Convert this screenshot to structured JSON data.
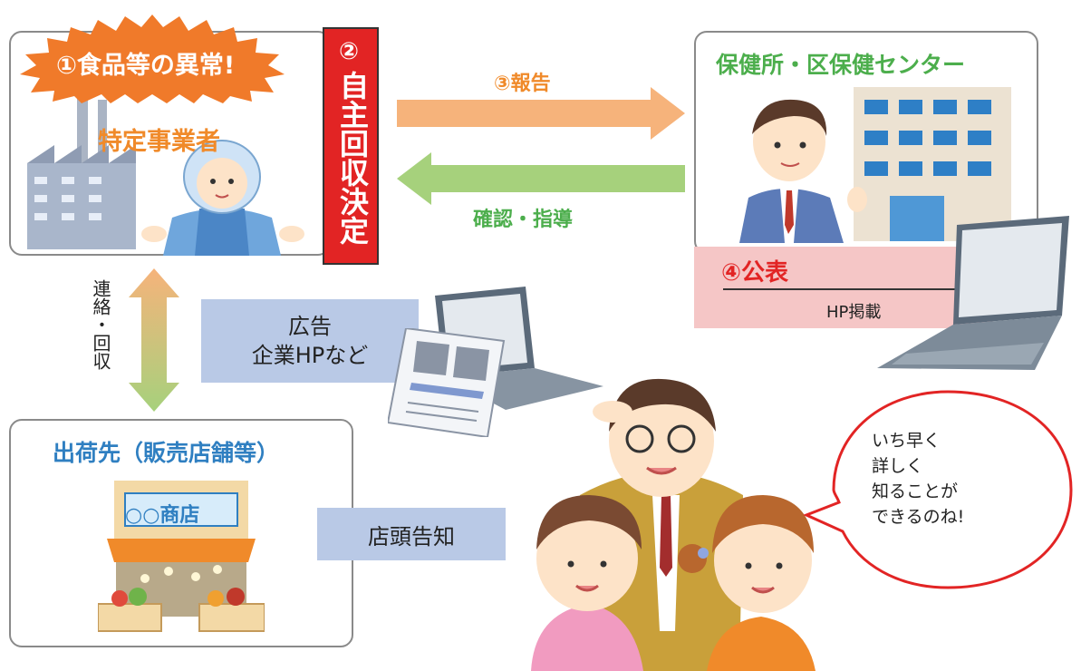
{
  "business": {
    "burst_text": "①食品等の異常!",
    "title": "特定事業者"
  },
  "recall": {
    "number": "②",
    "text": "自主回収決定"
  },
  "arrows": {
    "report": "③報告",
    "confirm": "確認・指導"
  },
  "health_center": {
    "title": "保健所・区保健センター",
    "publish_title": "④公表",
    "publish_sub": "HP掲載"
  },
  "contact": {
    "text": "連絡・回収"
  },
  "ads": {
    "line1": "広告",
    "line2": "企業HPなど"
  },
  "shipment": {
    "title": "出荷先（販売店舗等）",
    "shop_sign": "○○商店"
  },
  "storefront": {
    "text": "店頭告知"
  },
  "speech": {
    "lines": [
      "いち早く",
      "詳しく",
      "知ることが",
      "できるのね!"
    ]
  },
  "colors": {
    "orange_burst": "#f07a2a",
    "title_orange": "#f08a2a",
    "red": "#e22424",
    "green": "#4cae4c",
    "blue": "#2f7fc1",
    "arrow_orange": "#f6b37b",
    "arrow_green": "#a6d17c",
    "pink_band": "#f5c6c6",
    "label_blue": "#b9c9e6"
  }
}
